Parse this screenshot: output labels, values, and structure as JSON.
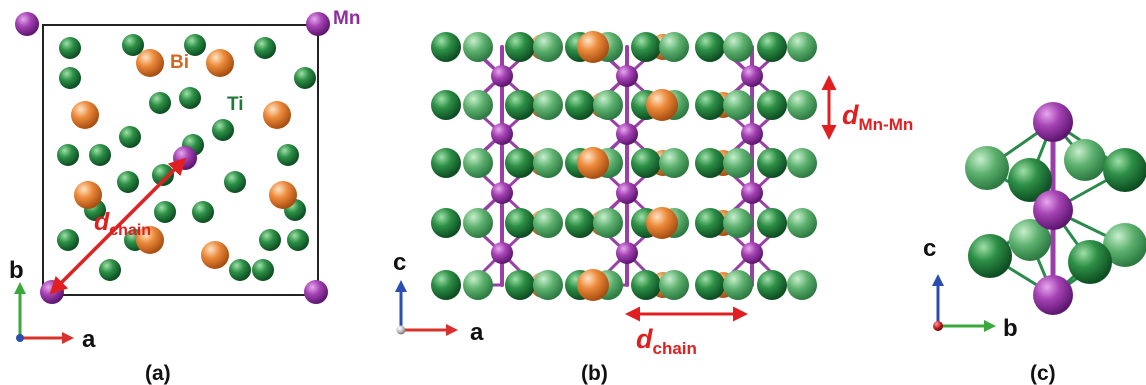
{
  "panels": {
    "a": {
      "caption": "(a)",
      "labels": {
        "mn": "Mn",
        "bi": "Bi",
        "ti": "Ti",
        "d": "d",
        "d_sub": "chain"
      },
      "axes": {
        "vertical": "b",
        "horizontal": "a"
      }
    },
    "b": {
      "caption": "(b)",
      "labels": {
        "d_mn": "d",
        "d_mn_sub": "Mn-Mn",
        "d_chain": "d",
        "d_chain_sub": "chain"
      },
      "axes": {
        "vertical": "c",
        "horizontal": "a"
      }
    },
    "c": {
      "caption": "(c)",
      "axes": {
        "vertical": "c",
        "horizontal": "b"
      }
    }
  },
  "colors": {
    "mn": "#8e2e9e",
    "mn_light": "#d07ad6",
    "bi": "#e07a2a",
    "bi_light": "#ffd2a6",
    "ti": "#1f7a3a",
    "ti_light": "#6fc07f",
    "bond_mn": "#9a3fa8",
    "bond_ti": "#2a8a4a",
    "arrow": "#e02020",
    "bi_text": "#d2691e",
    "ti_text": "#1f7a3a",
    "mn_text": "#8e2e9e",
    "axis_x": "#d8302a",
    "axis_y_green": "#3aa83a",
    "axis_y_blue": "#2a4fb0"
  }
}
